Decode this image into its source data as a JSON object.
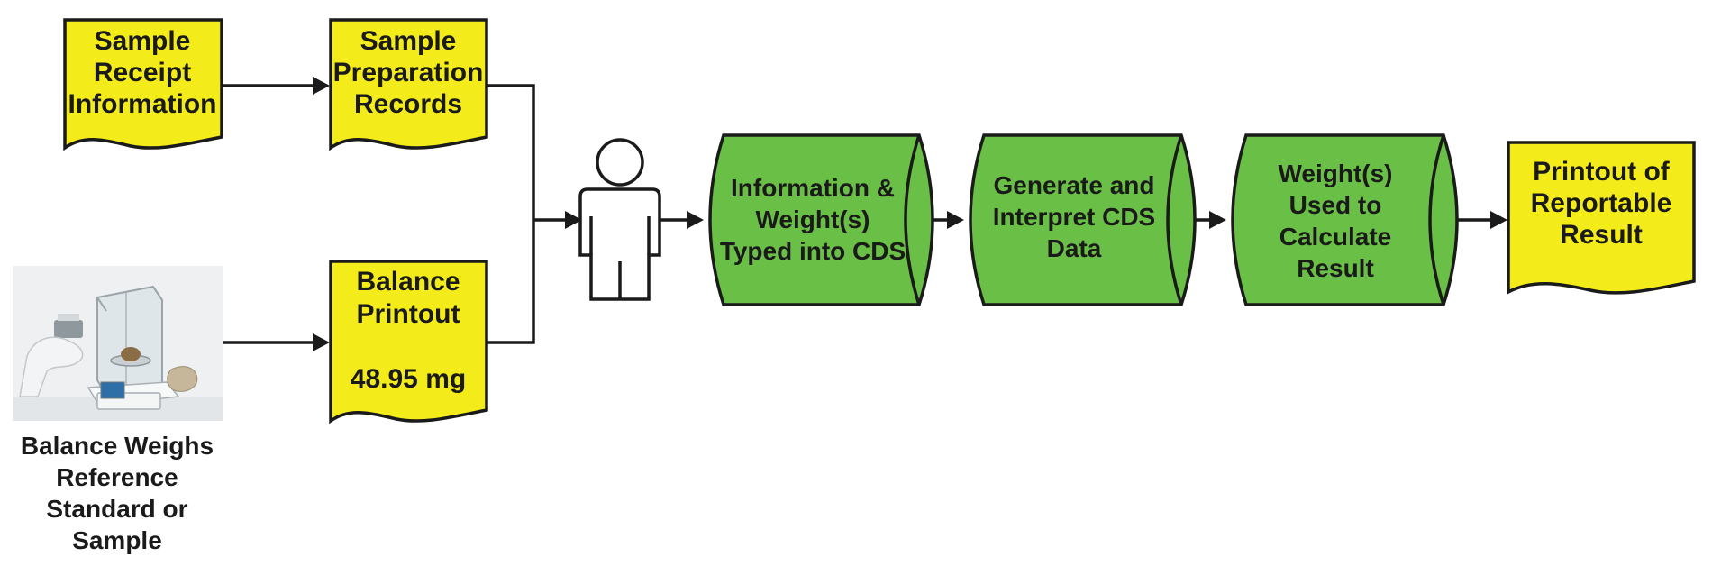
{
  "colors": {
    "document_fill": "#f4ec1a",
    "process_fill": "#6abf46",
    "stroke": "#1a1a1a",
    "text": "#1a1a1a"
  },
  "nodes": {
    "sample_receipt": {
      "type": "document",
      "lines": [
        "Sample",
        "Receipt",
        "Information"
      ]
    },
    "sample_prep": {
      "type": "document",
      "lines": [
        "Sample",
        "Preparation",
        "Records"
      ]
    },
    "balance_printout": {
      "type": "document",
      "lines": [
        "Balance",
        "Printout",
        "",
        "48.95 mg"
      ]
    },
    "balance_photo": {
      "type": "image",
      "icon": "analytical-balance-photo",
      "caption": [
        "Balance Weighs",
        "Reference",
        "Standard or",
        "Sample"
      ]
    },
    "analyst": {
      "type": "person",
      "icon": "person-icon"
    },
    "typed_into_cds": {
      "type": "stored-data",
      "lines": [
        "Information &",
        "Weight(s)",
        "Typed into CDS"
      ]
    },
    "interpret_cds": {
      "type": "stored-data",
      "lines": [
        "Generate and",
        "Interpret CDS",
        "Data"
      ]
    },
    "calculate_result": {
      "type": "stored-data",
      "lines": [
        "Weight(s)",
        "Used to",
        "Calculate",
        "Result"
      ]
    },
    "reportable_result": {
      "type": "document",
      "lines": [
        "Printout of",
        "Reportable",
        "Result"
      ]
    }
  },
  "edges": [
    {
      "from": "sample_receipt",
      "to": "sample_prep"
    },
    {
      "from": "balance_photo",
      "to": "balance_printout"
    },
    {
      "from": "sample_prep",
      "to": "analyst"
    },
    {
      "from": "balance_printout",
      "to": "analyst"
    },
    {
      "from": "analyst",
      "to": "typed_into_cds"
    },
    {
      "from": "typed_into_cds",
      "to": "interpret_cds"
    },
    {
      "from": "interpret_cds",
      "to": "calculate_result"
    },
    {
      "from": "calculate_result",
      "to": "reportable_result"
    }
  ]
}
